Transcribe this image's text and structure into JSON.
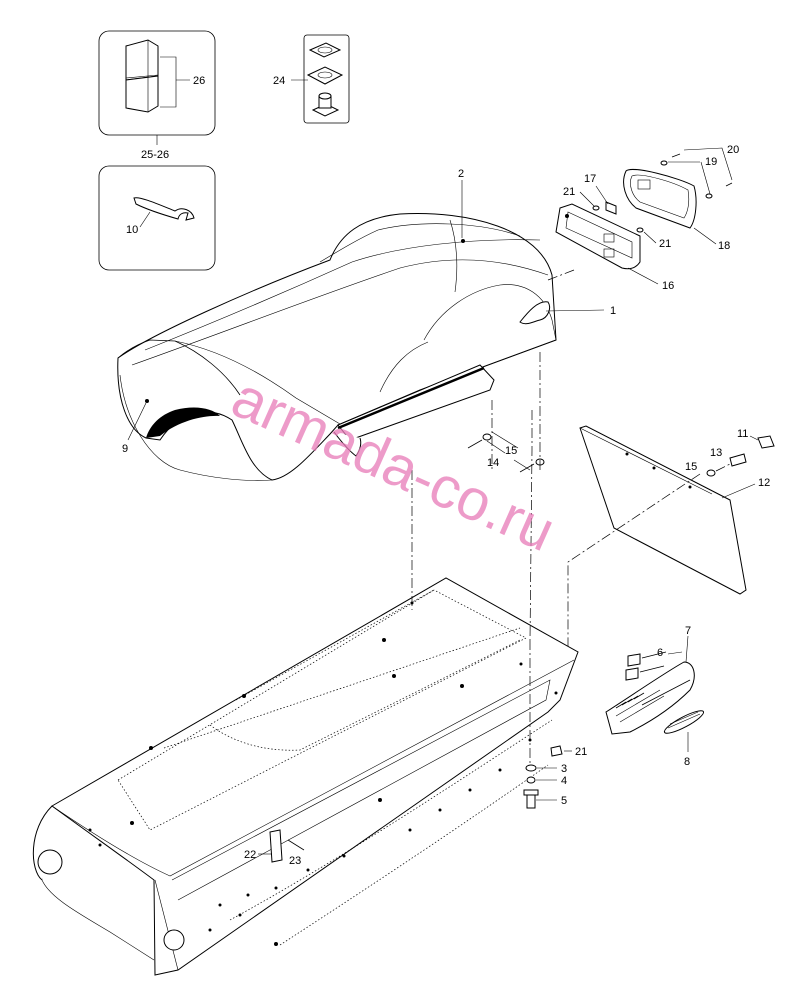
{
  "watermark": "armada-co.ru",
  "callouts": {
    "c1": "1",
    "c2": "2",
    "c3": "3",
    "c4": "4",
    "c5": "5",
    "c6": "6",
    "c7": "7",
    "c8": "8",
    "c9": "9",
    "c10": "10",
    "c11": "11",
    "c12": "12",
    "c13": "13",
    "c14": "14",
    "c15a": "15",
    "c15b": "15",
    "c16": "16",
    "c17": "17",
    "c18": "18",
    "c19": "19",
    "c20": "20",
    "c21a": "21",
    "c21b": "21",
    "c21c": "21",
    "c22": "22",
    "c23": "23",
    "c24": "24",
    "c26": "26",
    "c2526": "25-26"
  },
  "icons": {
    "seat": "seat-cover-icon",
    "taillight": "taillight-icon",
    "mudflap": "snowflap-icon",
    "frame": "tunnel-frame-icon",
    "wrench": "spanner-wrench-icon",
    "hinge": "hinge-icon",
    "cover-kit": "cover-kit-icon"
  }
}
